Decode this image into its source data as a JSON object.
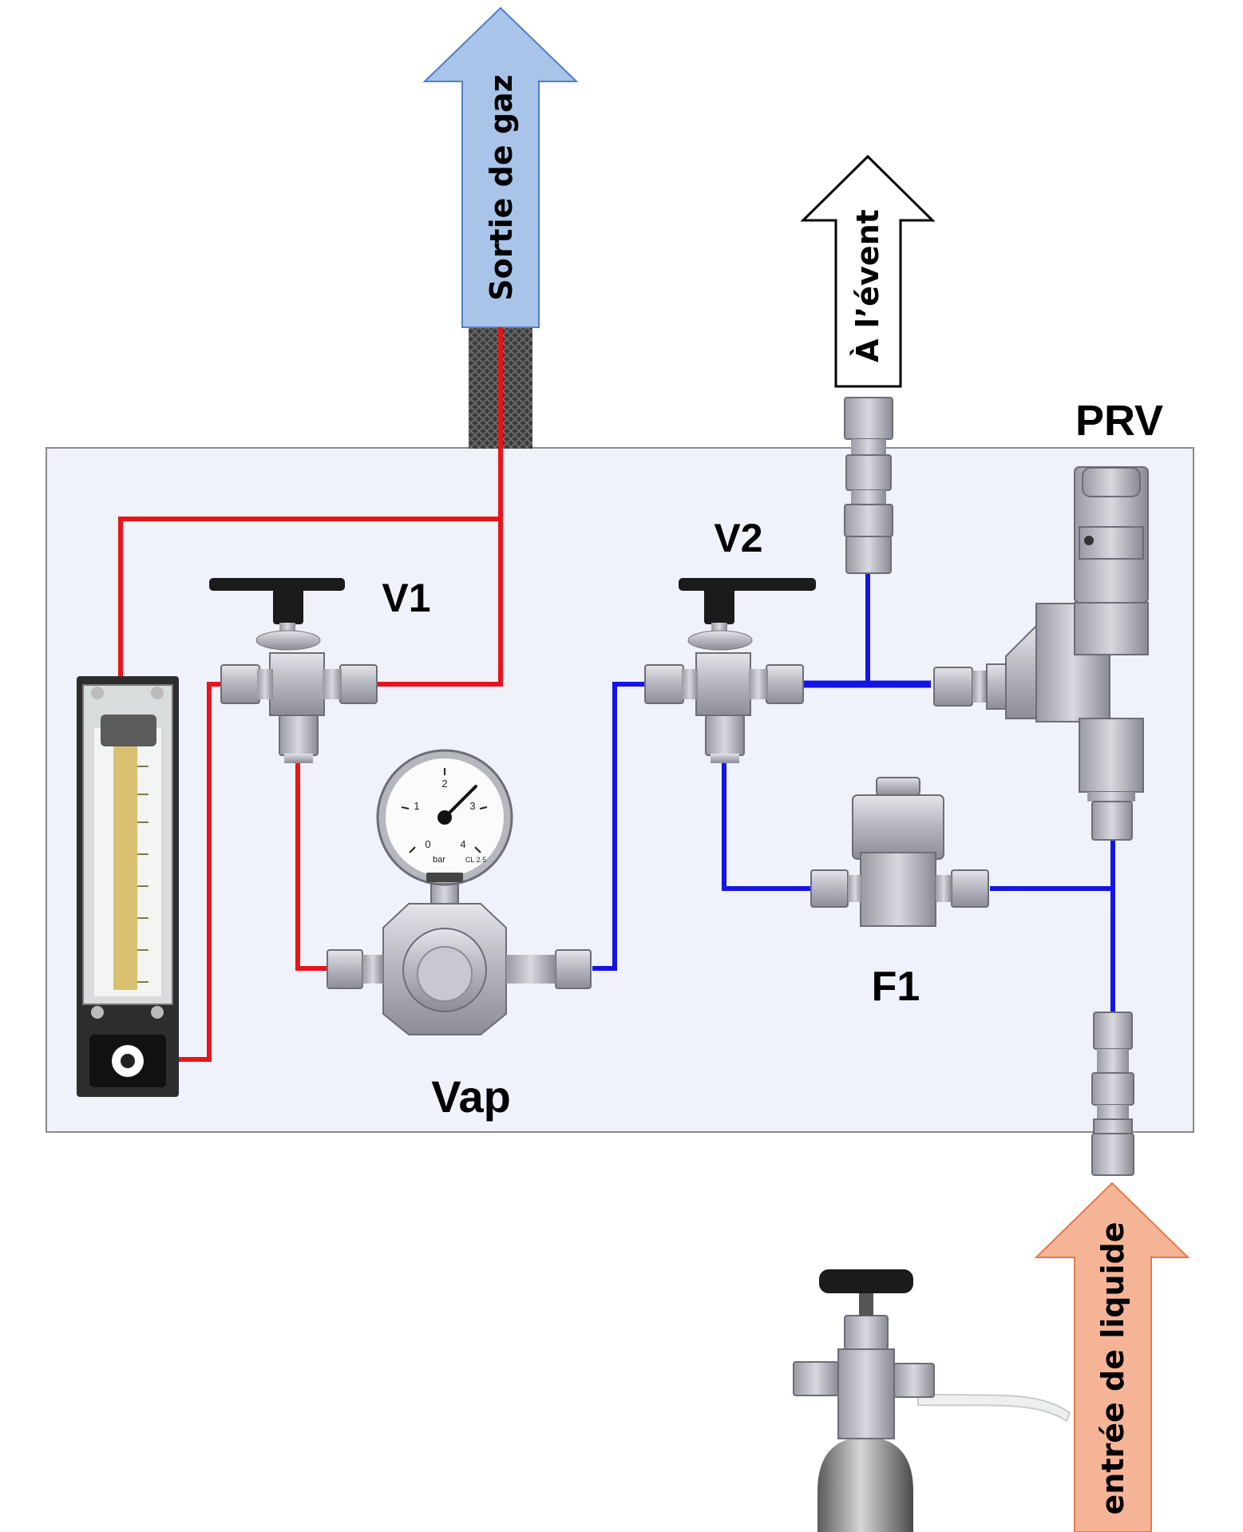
{
  "labels": {
    "gas_outlet": "Sortie de gaz",
    "vent": "À l’évent",
    "prv": "PRV",
    "v1": "V1",
    "v2": "V2",
    "vap": "Vap",
    "f1": "F1",
    "liquid_inlet": "entrée de liquide"
  },
  "gauge": {
    "scale": [
      "0",
      "1",
      "2",
      "3",
      "4"
    ],
    "unit": "bar",
    "class": "CL 2.5"
  },
  "colors": {
    "gas_line": "#e8141a",
    "liquid_line": "#1414e6",
    "panel_fill": "#eff2fb",
    "panel_border": "#8a8a8a",
    "gas_arrow": "#a9c4e8",
    "liquid_arrow": "#f6b497",
    "vent_arrow": "#ffffff"
  }
}
